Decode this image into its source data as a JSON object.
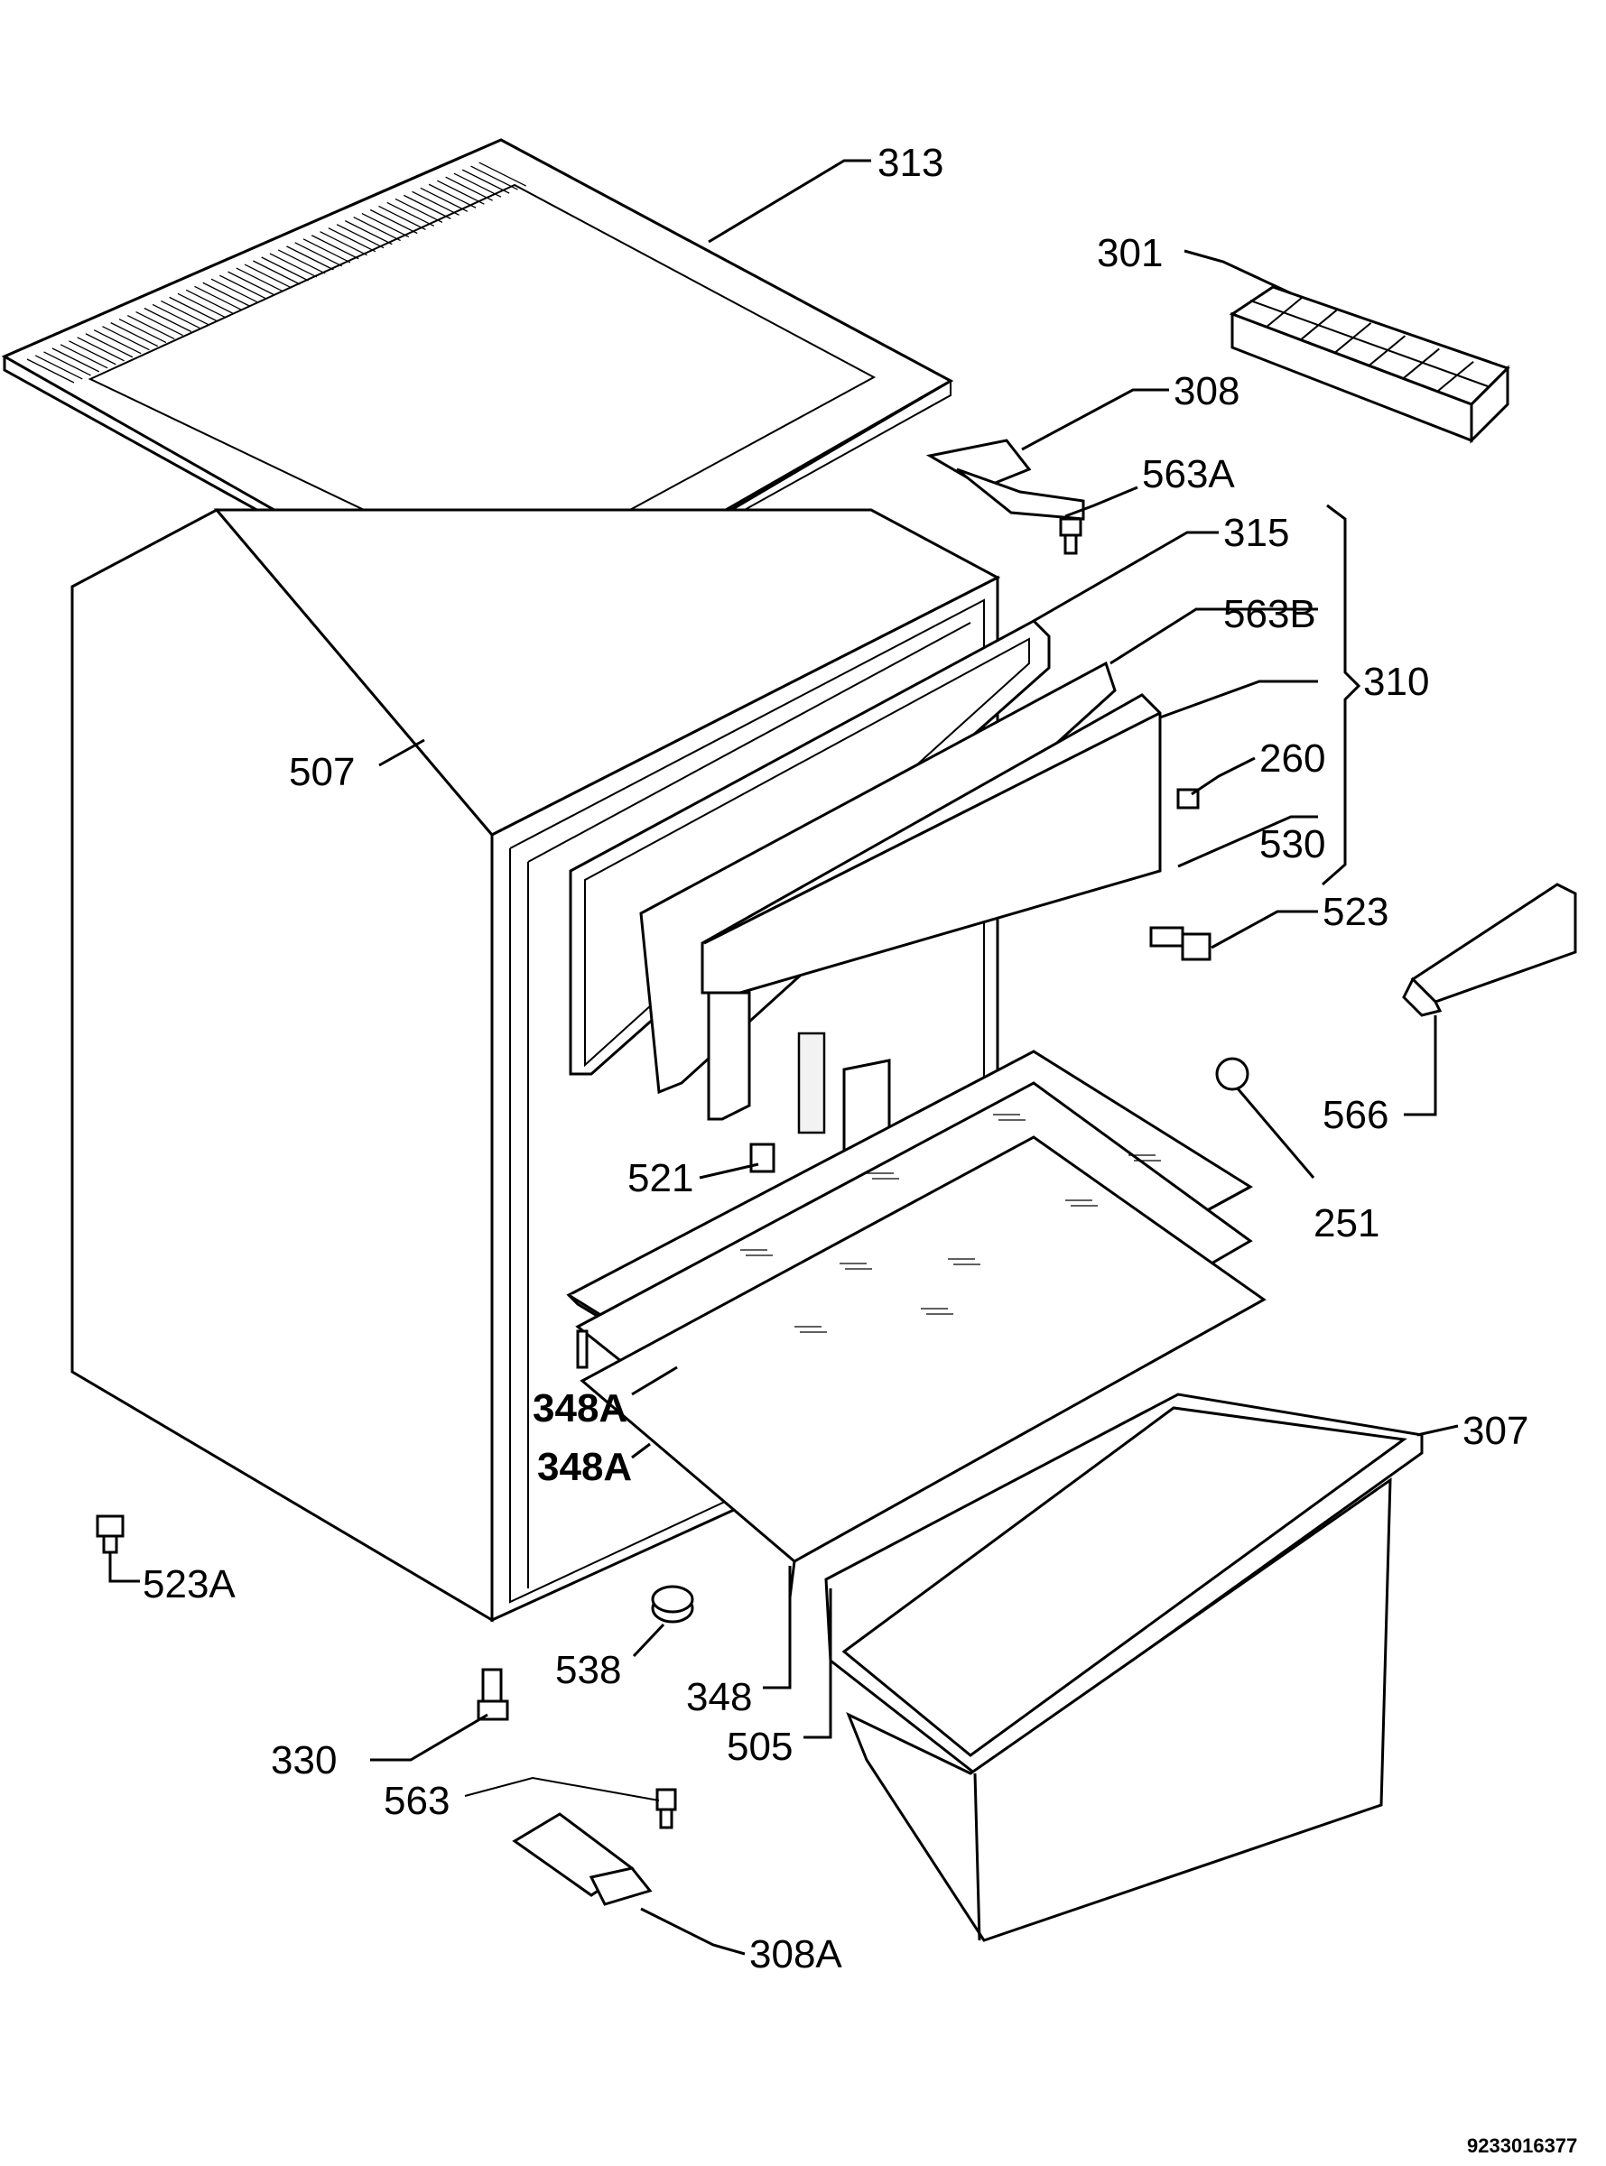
{
  "labels": {
    "p313": "313",
    "p301": "301",
    "p308": "308",
    "p563A": "563A",
    "p315": "315",
    "p563B": "563B",
    "p310": "310",
    "p260": "260",
    "p530": "530",
    "p523": "523",
    "p507": "507",
    "p566": "566",
    "p251": "251",
    "p521": "521",
    "p348A_1": "348A",
    "p348A_2": "348A",
    "p307": "307",
    "p523A": "523A",
    "p538": "538",
    "p348": "348",
    "p505": "505",
    "p330": "330",
    "p563": "563",
    "p308A": "308A"
  },
  "document_number": "9233016377"
}
